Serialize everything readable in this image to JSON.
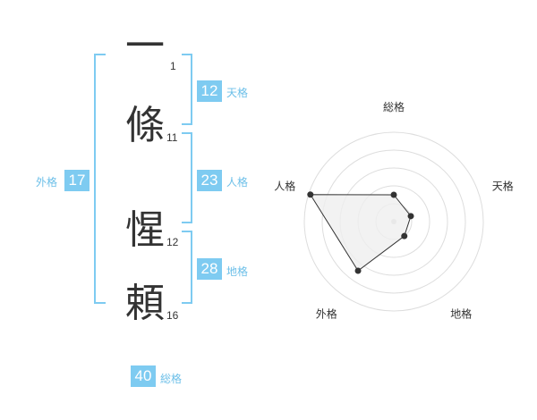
{
  "name_chars": [
    {
      "char": "一",
      "strokes": "1"
    },
    {
      "char": "條",
      "strokes": "11"
    },
    {
      "char": "惺",
      "strokes": "12"
    },
    {
      "char": "頼",
      "strokes": "16"
    }
  ],
  "fortunes": {
    "tenkaku": {
      "value": "12",
      "label": "天格"
    },
    "jinkaku": {
      "value": "23",
      "label": "人格"
    },
    "chikaku": {
      "value": "28",
      "label": "地格"
    },
    "gaikaku": {
      "value": "17",
      "label": "外格"
    },
    "soukaku": {
      "value": "40",
      "label": "総格"
    }
  },
  "colors": {
    "accent": "#7ecbf1",
    "label": "#6cbfe8",
    "text": "#333333"
  },
  "chart_data": {
    "type": "radar",
    "axes": [
      "総格",
      "天格",
      "地格",
      "外格",
      "人格"
    ],
    "values": [
      1.5,
      1,
      1,
      3.4,
      4.9
    ],
    "range": [
      0,
      5
    ],
    "rings": 5,
    "fill": "#efefef",
    "stroke": "#333333"
  }
}
